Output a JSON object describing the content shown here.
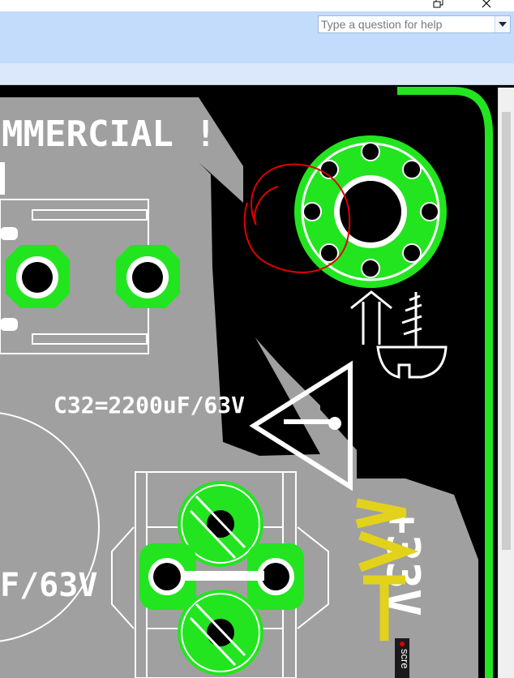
{
  "help": {
    "placeholder": "Type a question for help"
  },
  "silkscreen": {
    "commercial": "MMERCIAL !",
    "c32_label": "C32=2200uF/63V",
    "left_cap_label": "F/63V",
    "vcc_label": "+33V"
  },
  "tab": {
    "label": "scre"
  },
  "colors": {
    "pad_green": "#22e51f",
    "copper_gray": "#a0a0a0",
    "board_black": "#000000",
    "silk_white": "#ffffff",
    "vcc_yellow": "#e2d21b",
    "markup_red": "#e00000",
    "ribbon_blue": "#c4dcfb"
  },
  "icons": {
    "window": [
      "restore-icon",
      "close-icon"
    ],
    "help": "chevron-down-icon"
  }
}
